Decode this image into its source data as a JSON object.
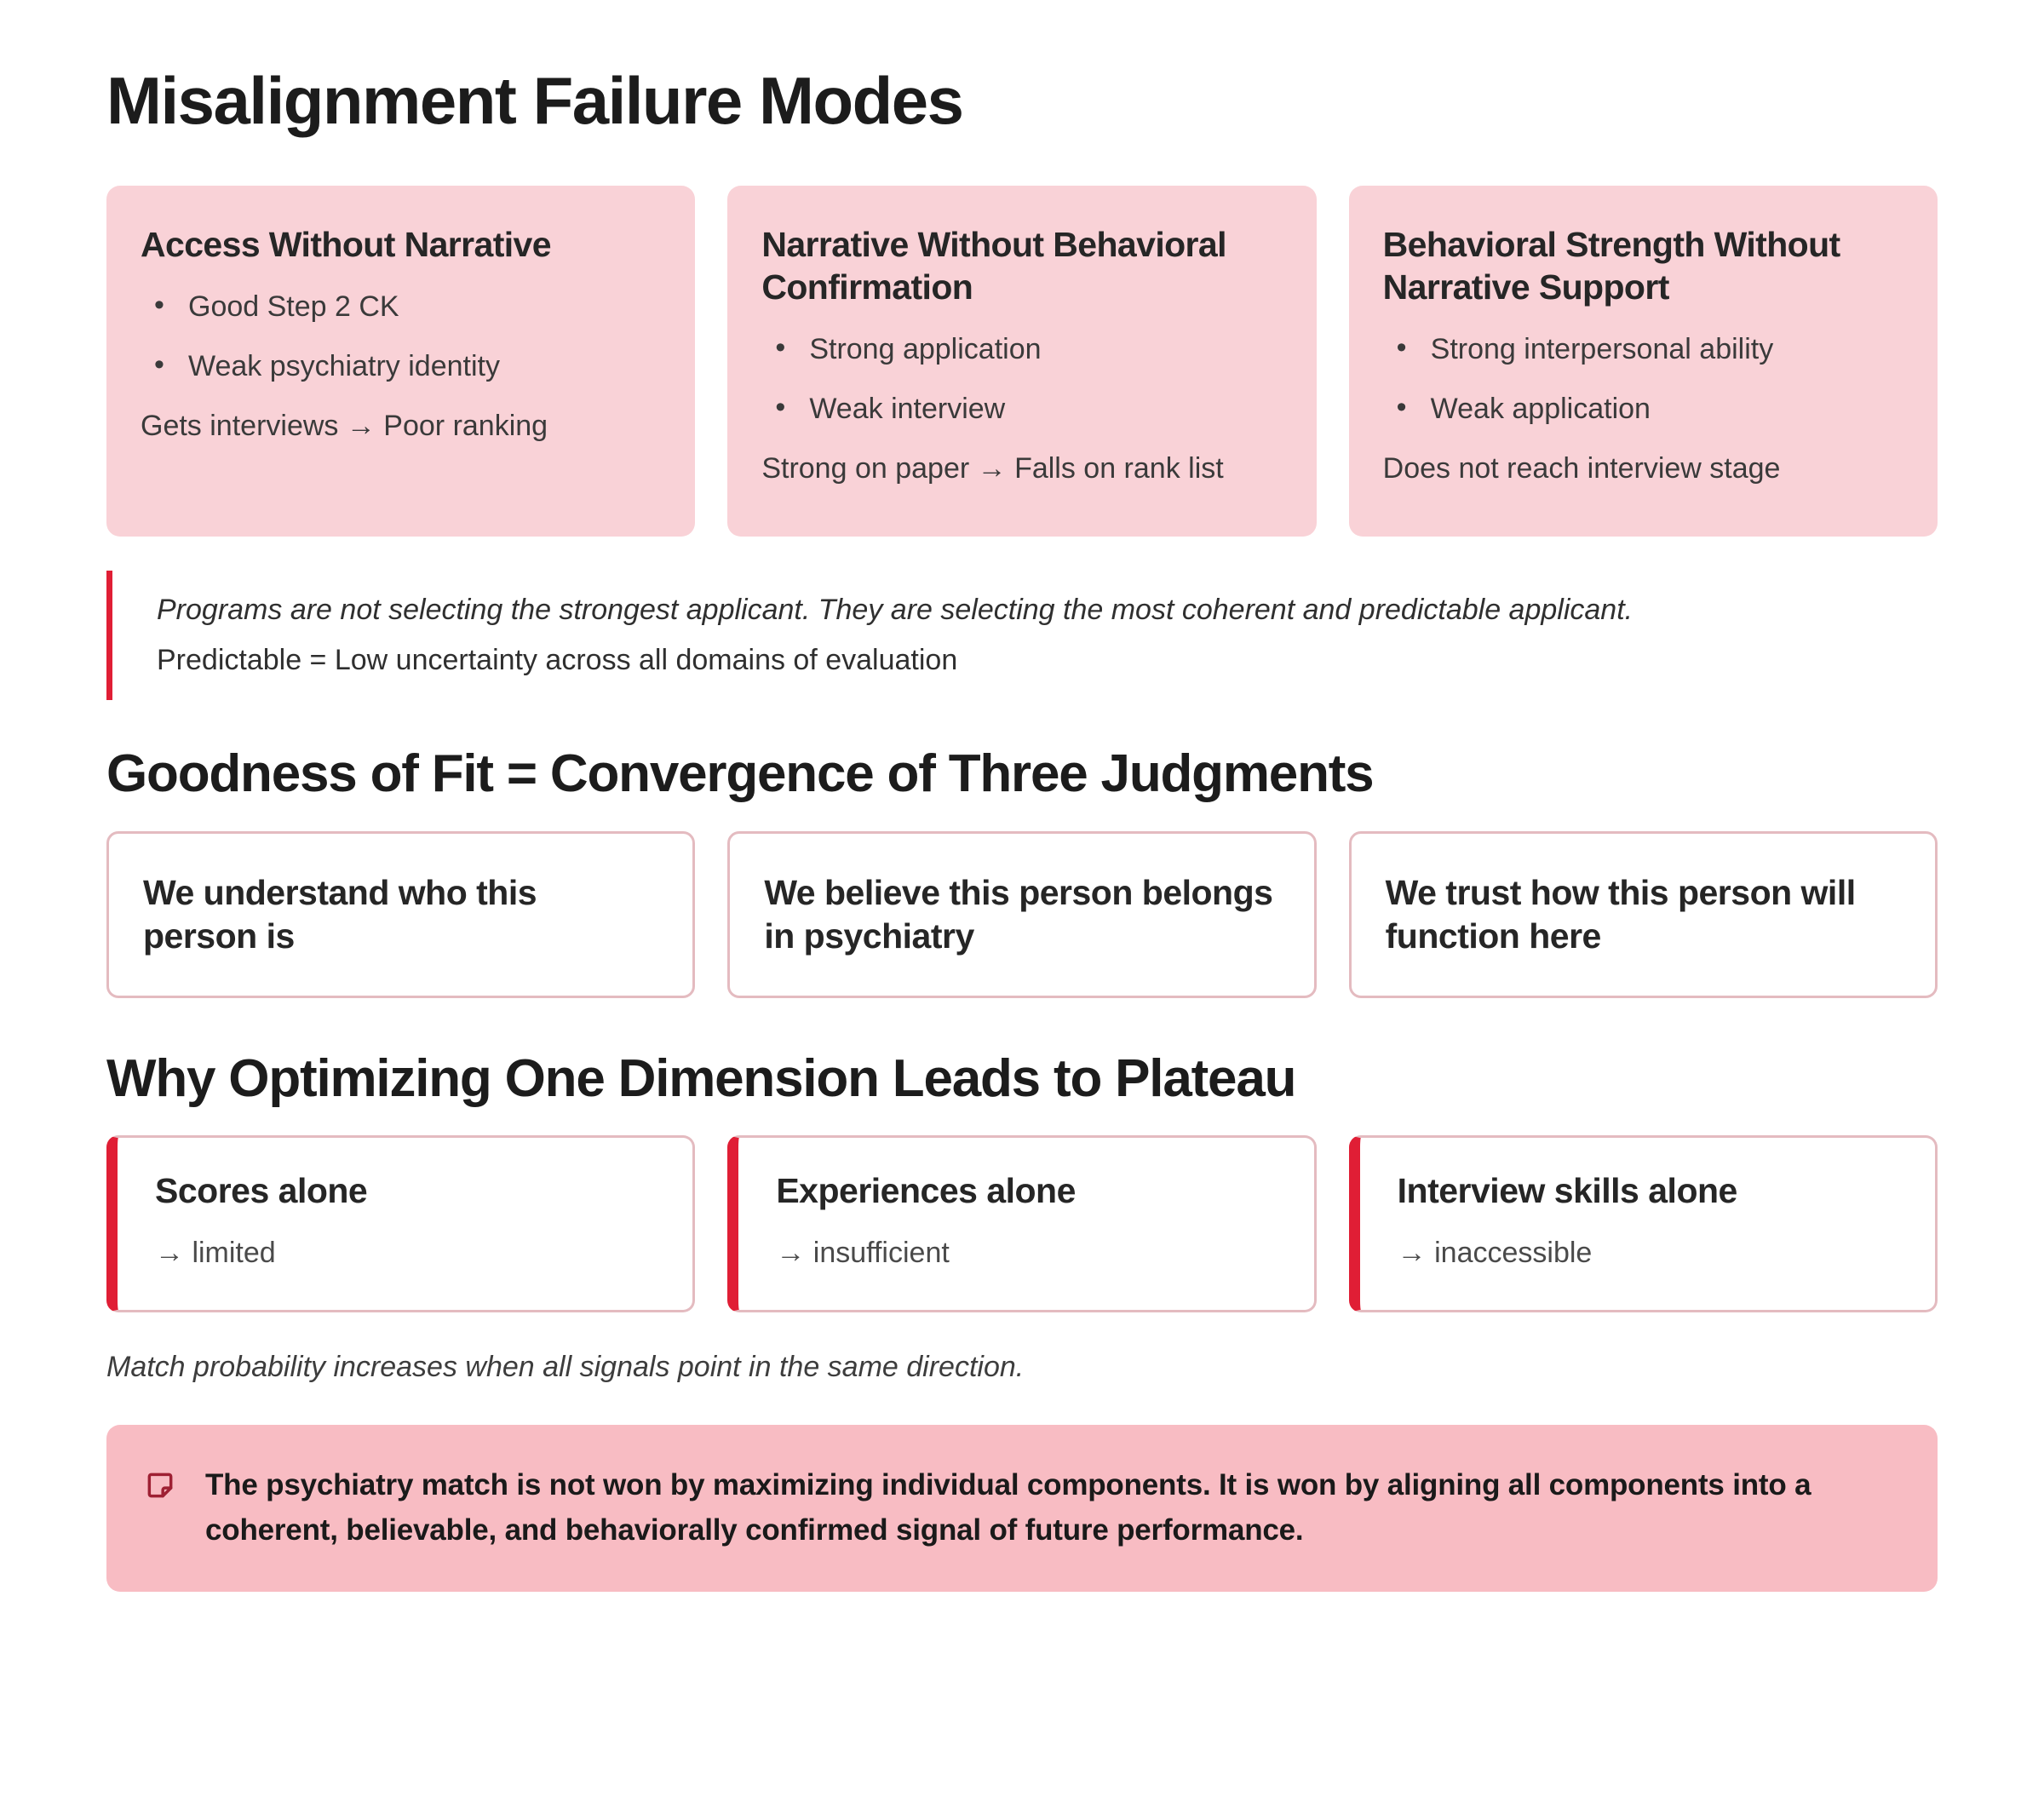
{
  "page": {
    "title": "Misalignment Failure Modes",
    "accent_red": "#E01E35",
    "card_pink": "#F9D2D7",
    "banner_pink": "#F8BCC3",
    "border_pink": "#E4BBC0"
  },
  "failure_modes": [
    {
      "title": "Access Without Narrative",
      "bullets": [
        "Good Step 2 CK",
        "Weak psychiatry identity"
      ],
      "note": "Gets interviews → Poor ranking"
    },
    {
      "title": "Narrative Without Behavioral Confirmation",
      "bullets": [
        "Strong application",
        "Weak interview"
      ],
      "note": "Strong on paper → Falls on rank list"
    },
    {
      "title": "Behavioral Strength Without Narrative Support",
      "bullets": [
        "Strong interpersonal ability",
        "Weak application"
      ],
      "note": "Does not reach interview stage"
    }
  ],
  "quote": {
    "line1": "Programs are not selecting the strongest applicant. They are selecting the most coherent and predictable applicant.",
    "line2": "Predictable = Low uncertainty across all domains of evaluation"
  },
  "goodness_of_fit": {
    "heading": "Goodness of Fit = Convergence of Three Judgments",
    "items": [
      "We understand who this person is",
      "We believe this person belongs in psychiatry",
      "We trust how this person will function here"
    ]
  },
  "plateau": {
    "heading": "Why Optimizing One Dimension Leads to Plateau",
    "items": [
      {
        "title": "Scores alone",
        "sub": "→ limited"
      },
      {
        "title": "Experiences alone",
        "sub": "→ insufficient"
      },
      {
        "title": "Interview skills alone",
        "sub": "→ inaccessible"
      }
    ],
    "caption": "Match probability increases when all signals point in the same direction."
  },
  "callout": {
    "icon": "note-icon",
    "text": "The psychiatry match is not won by maximizing individual components. It is won by aligning all components into a coherent, believable, and behaviorally confirmed signal of future performance."
  }
}
